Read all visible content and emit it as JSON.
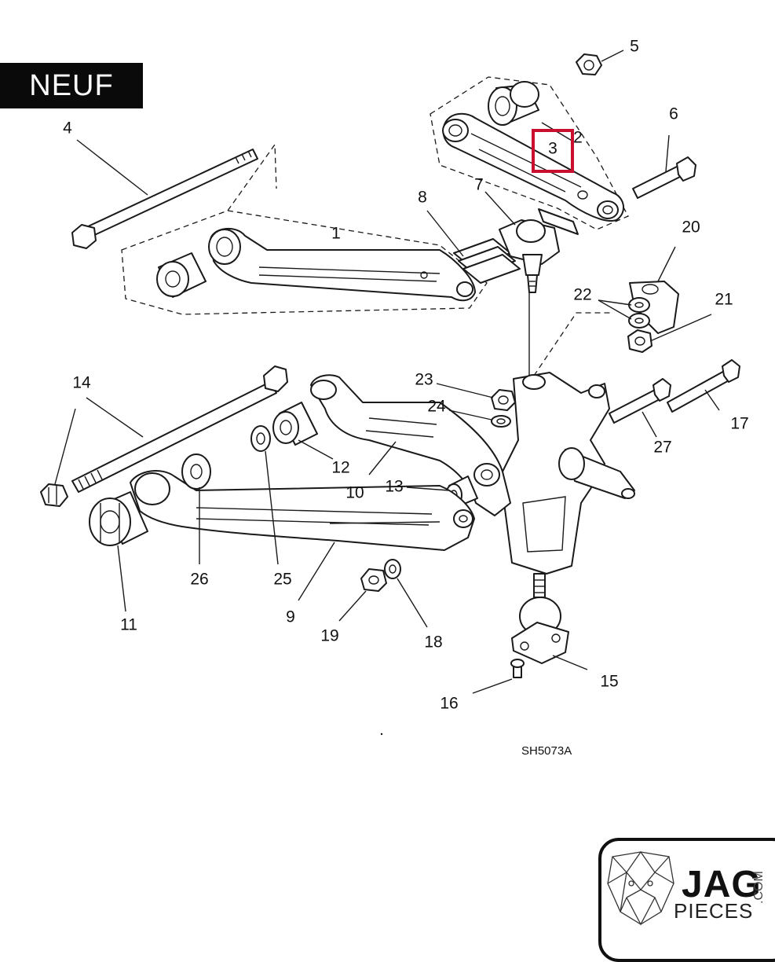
{
  "badge": {
    "text": "NEUF"
  },
  "reference": "SH5073A",
  "highlight": {
    "label": "3",
    "color": "#c8102e"
  },
  "labels": {
    "n1": "1",
    "n2": "2",
    "n4": "4",
    "n5": "5",
    "n6": "6",
    "n7": "7",
    "n8": "8",
    "n9": "9",
    "n10": "10",
    "n11": "11",
    "n12": "12",
    "n13": "13",
    "n14": "14",
    "n15": "15",
    "n16": "16",
    "n17": "17",
    "n18": "18",
    "n19": "19",
    "n20": "20",
    "n21": "21",
    "n22": "22",
    "n23": "23",
    "n24": "24",
    "n25": "25",
    "n26": "26",
    "n27": "27"
  },
  "logo": {
    "line1": "JAG",
    "line2": "PIECES",
    "suffix": ".COM"
  }
}
